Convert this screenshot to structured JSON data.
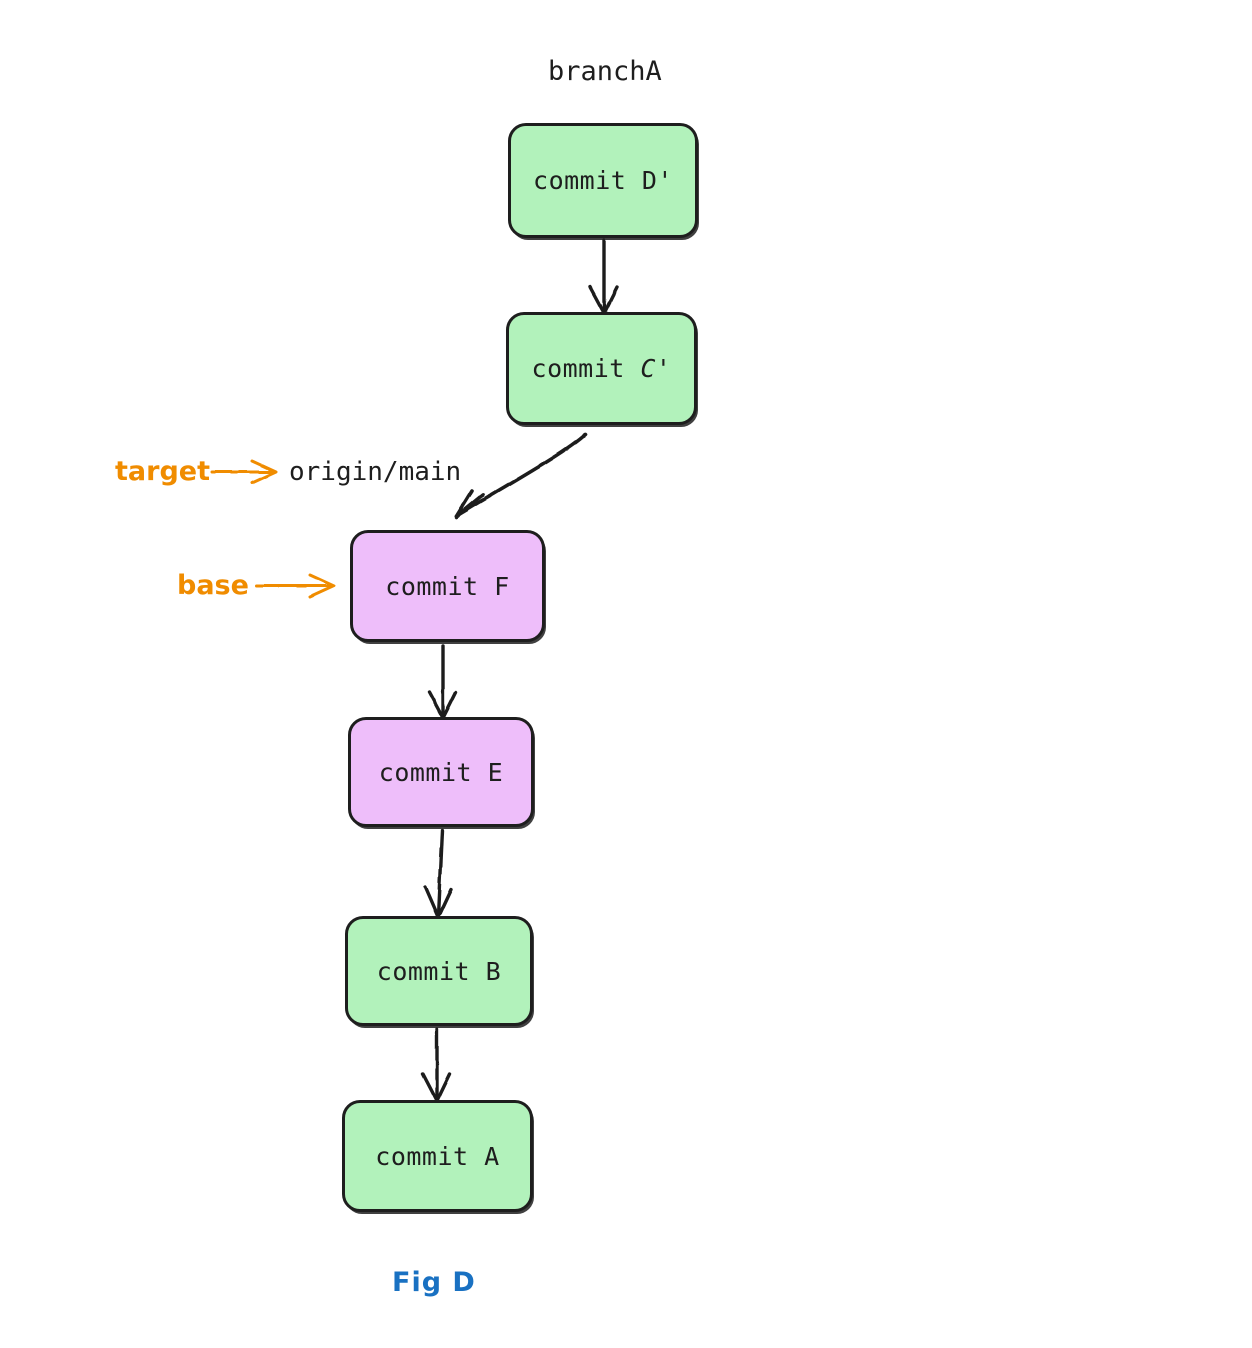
{
  "diagram": {
    "title_caption": "Fig D",
    "branch_label": "branchA",
    "remote_ref_label": "origin/main",
    "annotations": {
      "target_label": "target",
      "base_label": "base"
    },
    "colors": {
      "green_fill": "#b2f2bb",
      "purple_fill": "#eebefa",
      "stroke": "#1e1e1e",
      "annotation_orange": "#f08c00",
      "caption_blue": "#1971c2",
      "background": "#ffffff"
    },
    "nodes": [
      {
        "id": "D-prime",
        "label_prefix": "commit ",
        "label_suffix": "D'",
        "italic_suffix": false,
        "fill": "green"
      },
      {
        "id": "C-prime",
        "label_prefix": "commit ",
        "label_suffix": "C'",
        "italic_suffix": true,
        "fill": "green"
      },
      {
        "id": "F",
        "label_prefix": "commit ",
        "label_suffix": "F",
        "italic_suffix": false,
        "fill": "purple"
      },
      {
        "id": "E",
        "label_prefix": "commit ",
        "label_suffix": "E",
        "italic_suffix": false,
        "fill": "purple"
      },
      {
        "id": "B",
        "label_prefix": "commit ",
        "label_suffix": "B",
        "italic_suffix": false,
        "fill": "green"
      },
      {
        "id": "A",
        "label_prefix": "commit ",
        "label_suffix": "A",
        "italic_suffix": false,
        "fill": "green"
      }
    ],
    "edges": [
      {
        "from": "D-prime",
        "to": "C-prime",
        "style": "straight"
      },
      {
        "from": "C-prime",
        "to": "F",
        "style": "curved"
      },
      {
        "from": "F",
        "to": "E",
        "style": "straight"
      },
      {
        "from": "E",
        "to": "B",
        "style": "straight"
      },
      {
        "from": "B",
        "to": "A",
        "style": "straight"
      }
    ]
  }
}
